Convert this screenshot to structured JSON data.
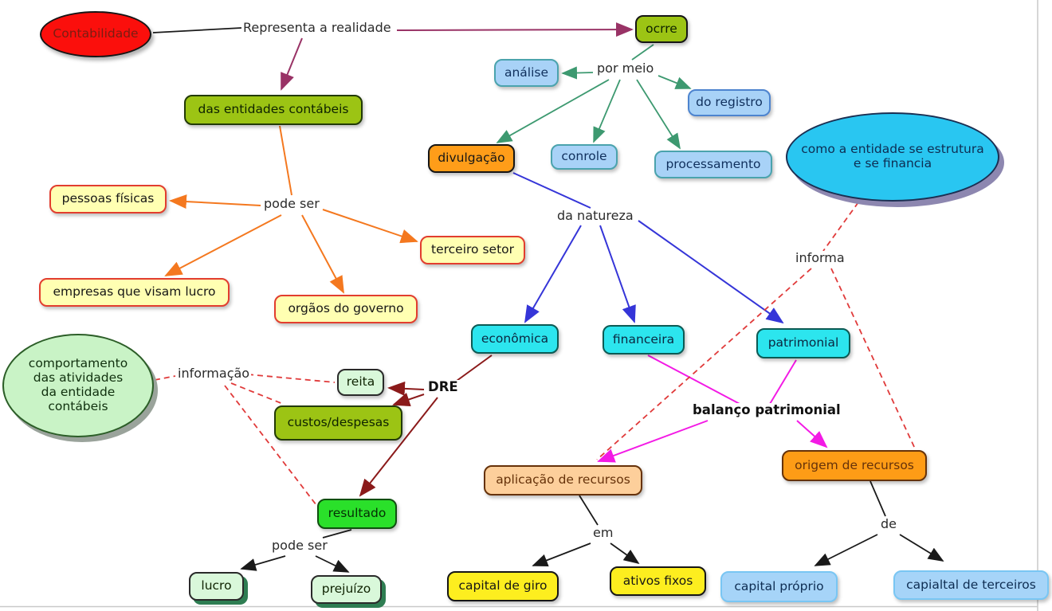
{
  "nodes": {
    "contabilidade": "Contabilidade",
    "ocrre": "ocrre",
    "das_entidades_contabeis": "das entidades contábeis",
    "analise": "análise",
    "do_registro": "do registro",
    "divulgacao": "divulgação",
    "conrole": "conrole",
    "processamento": "processamento",
    "como_entidade": "como a entidade se estrutura\ne se financia",
    "pessoas_fisicas": "pessoas físicas",
    "terceiro_setor": "terceiro setor",
    "empresas_que_visam_lucro": "empresas que visam lucro",
    "orgaos_do_governo": "orgãos do governo",
    "economica": "econômica",
    "financeira": "financeira",
    "patrimonial": "patrimonial",
    "comportamento": "comportamento\ndas atividades\nda entidade\ncontábeis",
    "reita": "reita",
    "custos_despesas": "custos/despesas",
    "resultado": "resultado",
    "aplicacao_de_recursos": "aplicação de recursos",
    "origem_de_recursos": "origem de recursos",
    "lucro": "lucro",
    "prejuizo": "prejuízo",
    "capital_de_giro": "capital de giro",
    "ativos_fixos": "ativos fixos",
    "capital_proprio": "capital próprio",
    "capital_de_terceiros": "capialtal de terceiros"
  },
  "link_labels": {
    "representa_a_realidade": "Representa a realidade",
    "por_meio": "por meio",
    "pode_ser_top": "pode ser",
    "da_natureza": "da natureza",
    "informa": "informa",
    "informacao": "informação",
    "dre": "DRE",
    "balanco_patrimonial": "balanço patrimonial",
    "pode_ser_bottom": "pode ser",
    "em": "em",
    "de": "de"
  },
  "colors": {
    "node_olive": "#9cc414",
    "node_lightblue": "#a8d2f7",
    "node_orange": "#ff9d19",
    "node_pale_yellow": "#ffffb2",
    "node_cyan": "#2ce5ee",
    "node_lightgreen": "#d9f8da",
    "node_brightgreen": "#2ae02a",
    "node_peach": "#fdcf9b",
    "node_yellow": "#fdee1f",
    "node_bluebottom": "#a6d4f8",
    "ellipse_red": "#fb0f0c",
    "ellipse_blue": "#29c6f1",
    "ellipse_green": "#c9f3c6",
    "line_black": "#1a1a1a",
    "line_purple": "#993366",
    "line_teal": "#3d9970",
    "line_orange": "#f4781f",
    "line_blue": "#3535d8",
    "line_darkred": "#8b1a1a",
    "line_magenta": "#f31ae5",
    "line_dashed_red": "#e03a3a",
    "canvas_edge": "#c9c9c9"
  }
}
